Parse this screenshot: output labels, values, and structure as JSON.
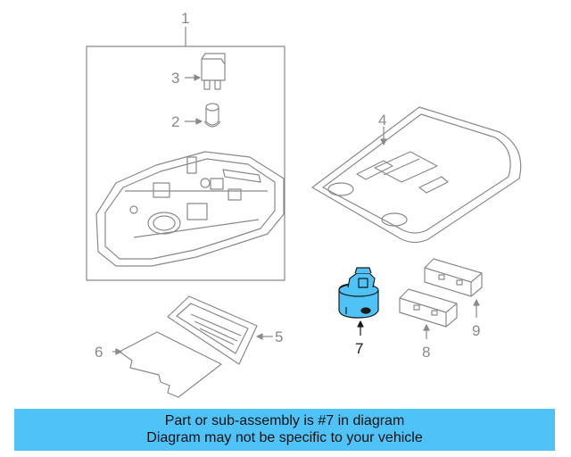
{
  "diagram": {
    "callouts": {
      "c1": "1",
      "c2": "2",
      "c3": "3",
      "c4": "4",
      "c5": "5",
      "c6": "6",
      "c7": "7",
      "c8": "8",
      "c9": "9"
    },
    "highlighted_part": "7",
    "highlight_color": "#4fc3f7"
  },
  "banner": {
    "line1": "Part or sub-assembly is #7 in diagram",
    "line2": "Diagram may not be specific to your vehicle",
    "background": "#4fc3f7"
  }
}
